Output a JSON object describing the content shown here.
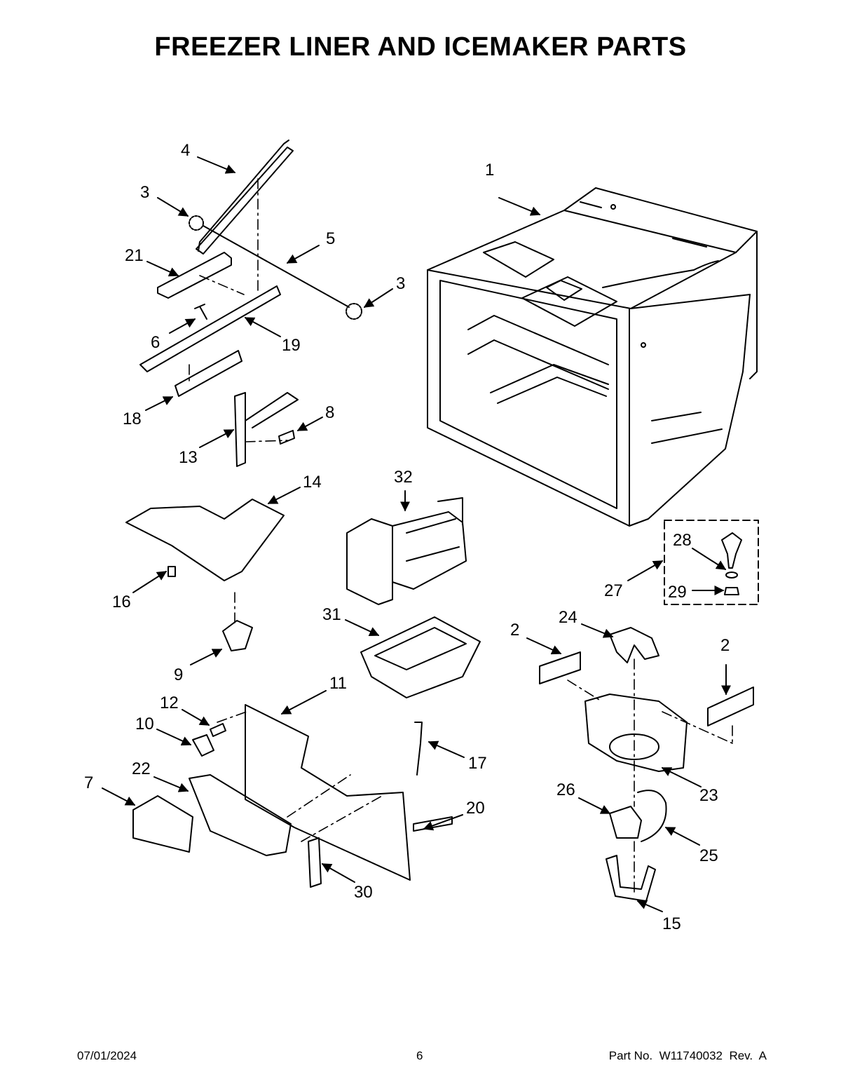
{
  "title": "FREEZER LINER AND ICEMAKER PARTS",
  "callouts": [
    "1",
    "2",
    "2",
    "3",
    "3",
    "4",
    "5",
    "6",
    "7",
    "8",
    "9",
    "10",
    "11",
    "12",
    "13",
    "14",
    "15",
    "16",
    "17",
    "18",
    "19",
    "20",
    "21",
    "22",
    "23",
    "24",
    "25",
    "26",
    "27",
    "28",
    "29",
    "30",
    "31",
    "32"
  ],
  "footer": {
    "date": "07/01/2024",
    "page": "6",
    "part_no": "Part No.  W11740032  Rev.  A"
  }
}
